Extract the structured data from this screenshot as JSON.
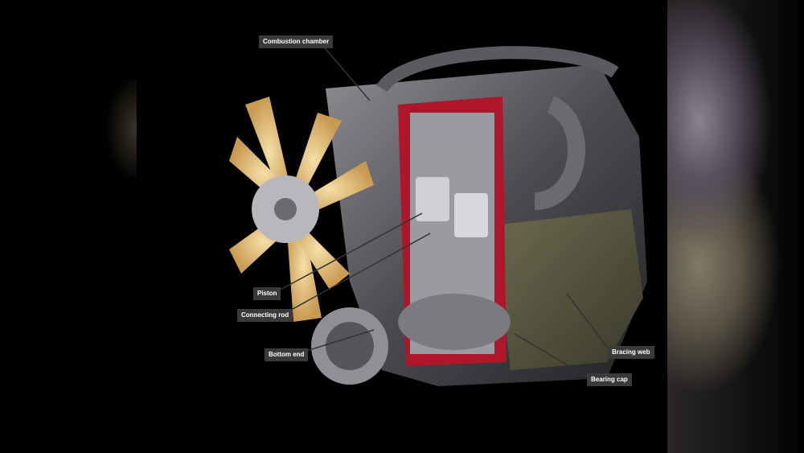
{
  "diagram": {
    "subject": "Cutaway illustration of a four-cylinder engine",
    "labels": [
      {
        "id": "combustion-chamber",
        "text": "Combustion chamber"
      },
      {
        "id": "piston",
        "text": "Piston"
      },
      {
        "id": "connecting-rod",
        "text": "Connecting rod"
      },
      {
        "id": "bottom-end",
        "text": "Bottom end"
      },
      {
        "id": "bracing-web",
        "text": "Bracing web"
      },
      {
        "id": "bearing-cap",
        "text": "Bearing cap"
      }
    ]
  },
  "colors": {
    "background": "#000000",
    "label_bg": "#3a3a3a",
    "label_text": "#ffffff",
    "cutaway_red": "#c8102e",
    "fan_yellow": "#e8c27a"
  }
}
